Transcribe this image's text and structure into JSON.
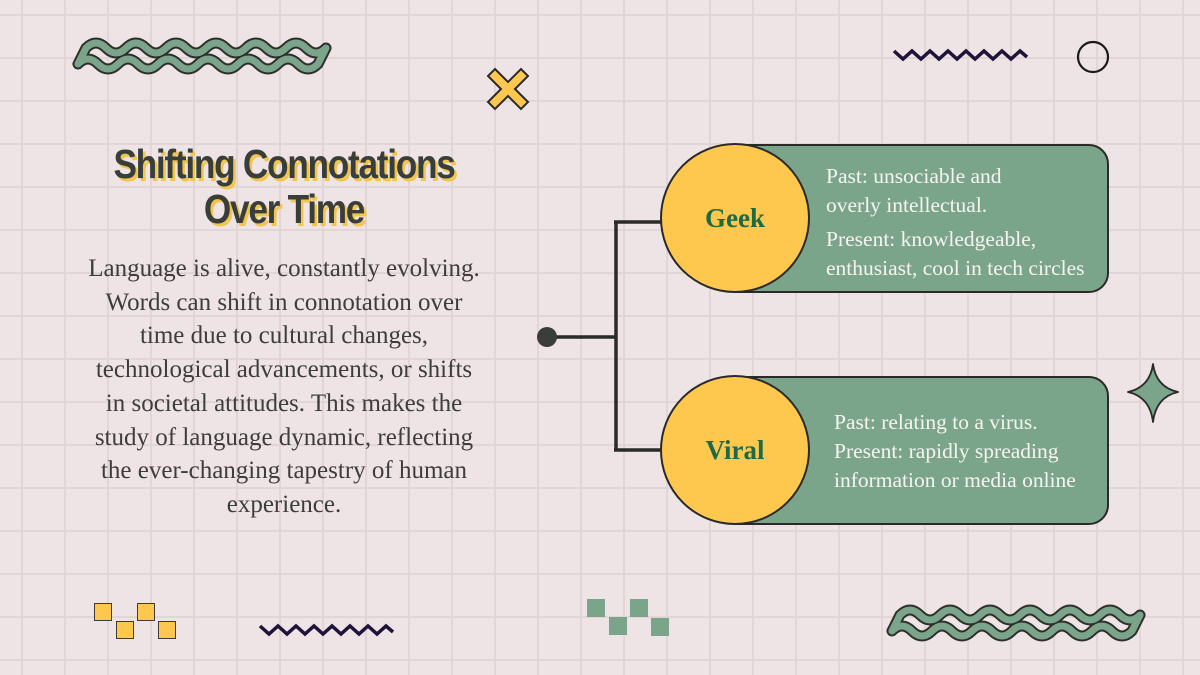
{
  "slide": {
    "title_lines": [
      "Shifting Connotations",
      "Over Time"
    ],
    "body": "Language is alive, constantly evolving. Words can shift in connotation over time due to cultural changes, technological advancements, or shifts in societal attitudes. This makes the study of language dynamic, reflecting the ever-changing tapestry of human experience."
  },
  "cards": [
    {
      "label": "Geek",
      "past_lines": [
        "Past: unsociable and",
        "overly intellectual."
      ],
      "present_lines": [
        "Present: knowledgeable,",
        "enthusiast, cool in tech circles"
      ]
    },
    {
      "label": "Viral",
      "past_lines": [
        "Past: relating to a virus."
      ],
      "present_lines": [
        "Present: rapidly spreading",
        "information or media online"
      ]
    }
  ],
  "colors": {
    "background": "#efe4e5",
    "grid": "#e2d5d6",
    "green": "#7ba58a",
    "yellow": "#fec84f",
    "dark": "#2a2a28",
    "label_green": "#1f6a44",
    "title_shadow": "#f0c64e",
    "navy_zigzag": "#1e1339"
  },
  "decorations": {
    "icons": [
      "wave-band-icon",
      "zigzag-icon",
      "circle-outline-icon",
      "x-cross-icon",
      "four-point-star-icon",
      "checker-squares-icon"
    ]
  }
}
